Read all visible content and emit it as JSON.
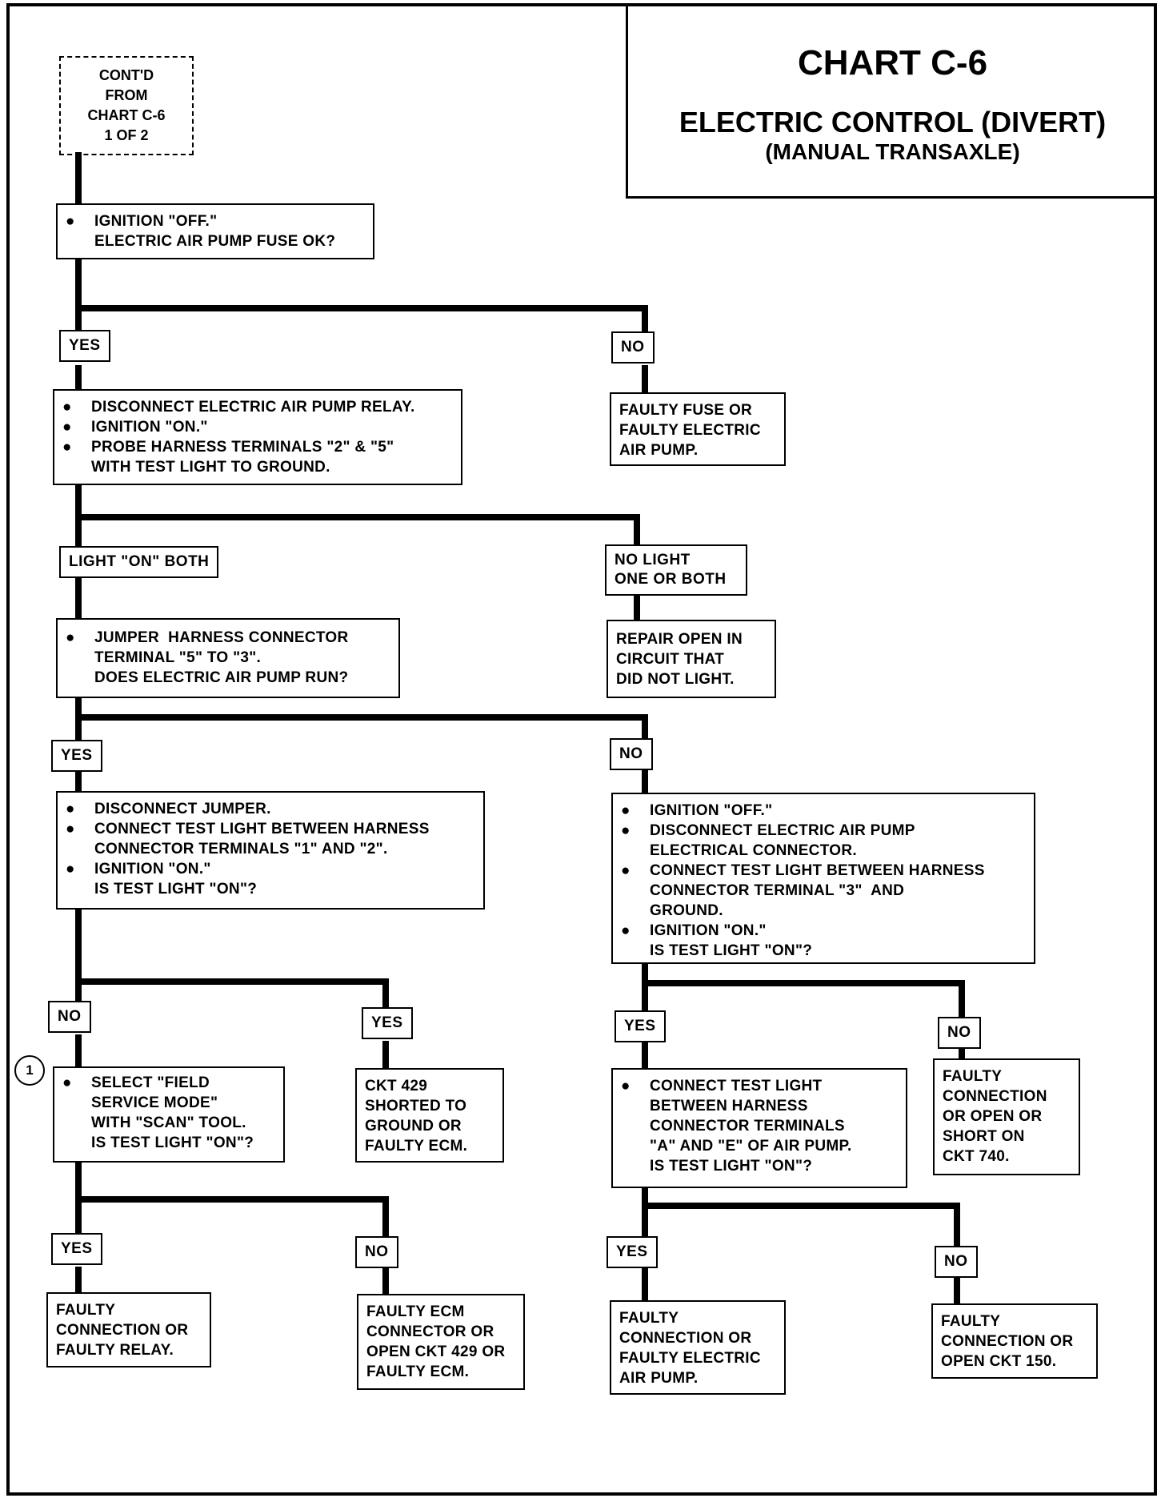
{
  "header": {
    "title": "CHART C-6",
    "subtitle": "ELECTRIC CONTROL (DIVERT)",
    "subsubtitle": "(MANUAL TRANSAXLE)"
  },
  "continued_from": [
    "CONT'D",
    "FROM",
    "CHART C-6",
    "1 OF 2"
  ],
  "step_marker": "1",
  "boxes": {
    "ignition_off_fuse": "IGNITION \"OFF.\"\nELECTRIC AIR PUMP FUSE OK?",
    "disconnect_relay": [
      "DISCONNECT ELECTRIC AIR PUMP RELAY.",
      "IGNITION \"ON.\"",
      "PROBE HARNESS TERMINALS \"2\" & \"5\"\nWITH TEST LIGHT TO GROUND."
    ],
    "faulty_fuse": "FAULTY FUSE OR\nFAULTY ELECTRIC\nAIR PUMP.",
    "jumper": "JUMPER  HARNESS CONNECTOR\nTERMINAL \"5\" TO \"3\".\nDOES ELECTRIC AIR PUMP RUN?",
    "repair_open": "REPAIR OPEN IN\nCIRCUIT THAT\nDID NOT LIGHT.",
    "disconnect_jumper": [
      "DISCONNECT JUMPER.",
      "CONNECT TEST LIGHT BETWEEN HARNESS\nCONNECTOR TERMINALS \"1\" AND \"2\".",
      "IGNITION \"ON.\"\nIS TEST LIGHT \"ON\"?"
    ],
    "ignition_off_pump": [
      "IGNITION \"OFF.\"",
      "DISCONNECT ELECTRIC AIR PUMP\nELECTRICAL CONNECTOR.",
      "CONNECT TEST LIGHT BETWEEN HARNESS\nCONNECTOR TERMINAL \"3\"  AND\nGROUND.",
      "IGNITION \"ON.\"\nIS TEST LIGHT \"ON\"?"
    ],
    "field_service": "SELECT \"FIELD\nSERVICE MODE\"\nWITH \"SCAN\" TOOL.\nIS TEST LIGHT \"ON\"?",
    "ckt429_shorted": "CKT 429\nSHORTED TO\nGROUND OR\nFAULTY ECM.",
    "connect_ae": "CONNECT TEST LIGHT\nBETWEEN HARNESS\nCONNECTOR TERMINALS\n\"A\" AND \"E\" OF AIR PUMP.\nIS TEST LIGHT \"ON\"?",
    "faulty_ckt740": "FAULTY\nCONNECTION\nOR OPEN OR\nSHORT ON\nCKT 740.",
    "faulty_relay": "FAULTY\nCONNECTION OR\nFAULTY RELAY.",
    "faulty_ecm": "FAULTY ECM\nCONNECTOR OR\nOPEN CKT 429 OR\nFAULTY ECM.",
    "faulty_pump": "FAULTY\nCONNECTION OR\nFAULTY ELECTRIC\nAIR PUMP.",
    "faulty_ckt150": "FAULTY\nCONNECTION OR\nOPEN CKT 150."
  },
  "labels": {
    "yes": "YES",
    "no": "NO",
    "light_on_both": "LIGHT \"ON\" BOTH",
    "no_light": "NO LIGHT\nONE OR BOTH"
  }
}
